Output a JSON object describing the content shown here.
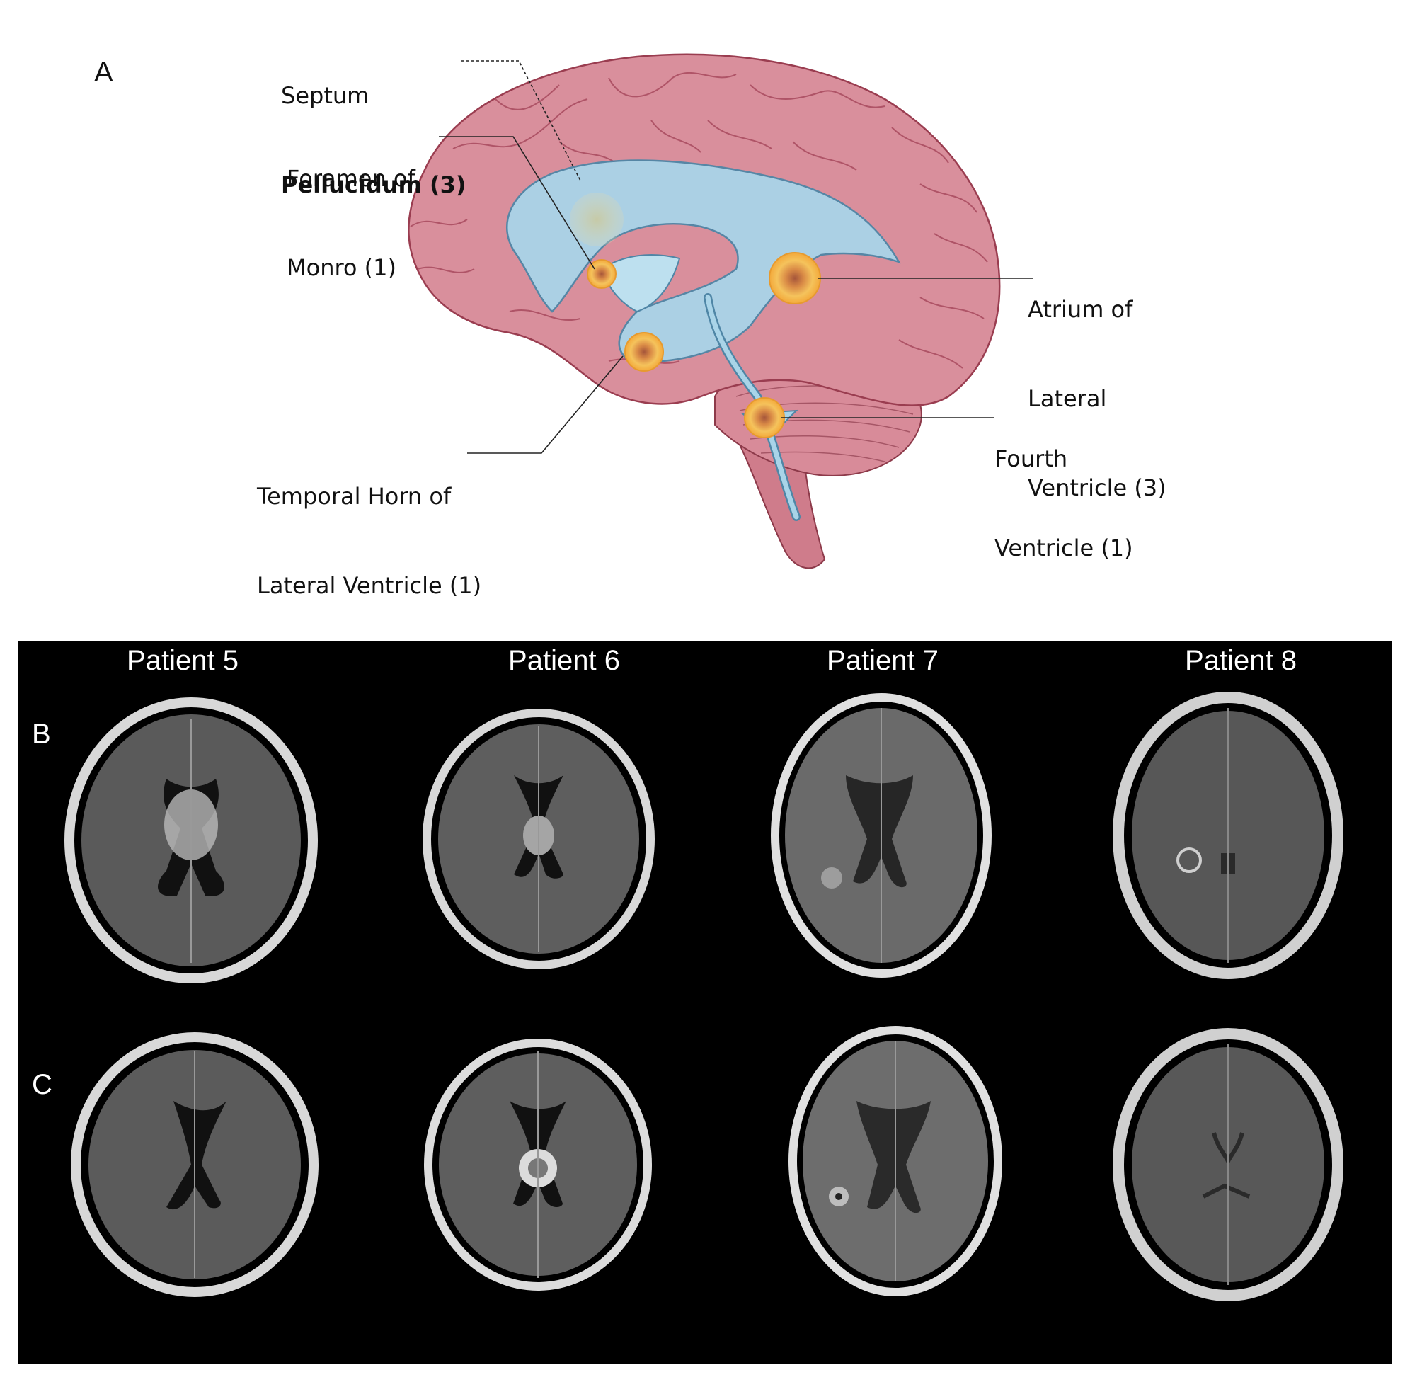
{
  "panelA": {
    "letter": "A",
    "callouts": [
      {
        "id": "septum",
        "line1": "Septum",
        "line2": "Pellucidum (3)"
      },
      {
        "id": "monro",
        "line1": "Foramen of",
        "line2": "Monro (1)"
      },
      {
        "id": "atrium",
        "line1": "Atrium of",
        "line2": "Lateral",
        "line3": "Ventricle (3)"
      },
      {
        "id": "fourth",
        "line1": "Fourth",
        "line2": "Ventricle (1)"
      },
      {
        "id": "temporal",
        "line1": "Temporal Horn of",
        "line2": "Lateral Ventricle (1)"
      }
    ]
  },
  "panelBC": {
    "row_letters": [
      "B",
      "C"
    ],
    "patients": [
      "Patient 5",
      "Patient 6",
      "Patient 7",
      "Patient 8"
    ]
  },
  "colors": {
    "brain": "#d98f9c",
    "ventricle": "#a9d4e8",
    "tumor": "#f2b13d",
    "background_mri": "#000000"
  }
}
